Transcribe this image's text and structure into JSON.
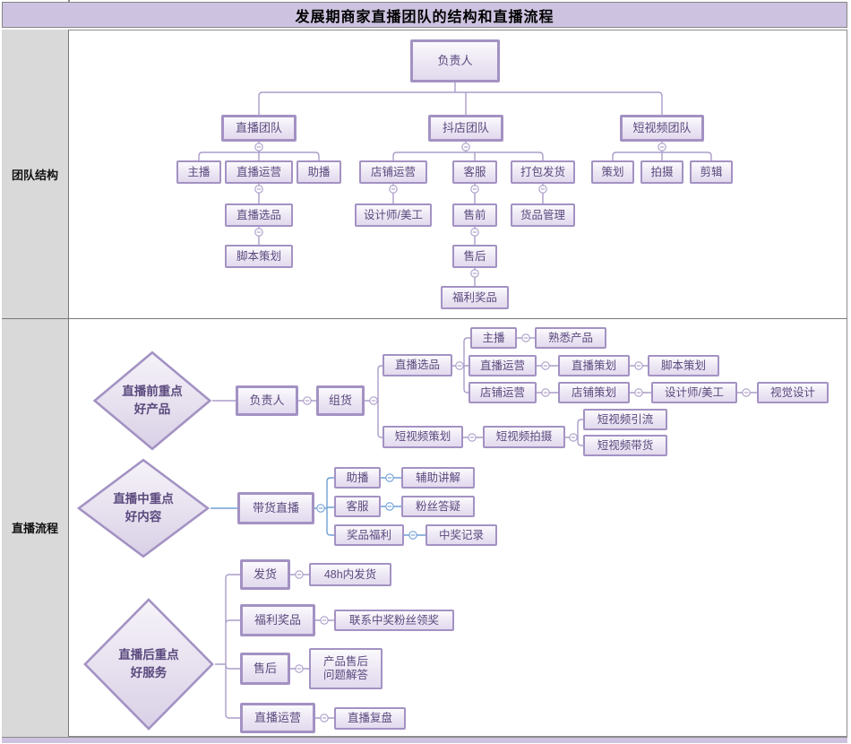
{
  "title": "发展期商家直播团队的结构和直播流程",
  "sidebar": {
    "team_structure": "团队结构",
    "live_process": "直播流程"
  },
  "colors": {
    "header_bg": "#cdc3e0",
    "sidebar_bg": "#d9d9d9",
    "node_border": "#a392c3",
    "node_text": "#5b4a7e",
    "wire_purple": "#ab9dc9",
    "wire_blue": "#6f9fd6"
  },
  "org": {
    "nodes": {
      "owner": "负责人",
      "live_team": "直播团队",
      "store_team": "抖店团队",
      "video_team": "短视频团队",
      "anchor": "主播",
      "live_ops": "直播运营",
      "co_anchor": "助播",
      "store_ops": "店铺运营",
      "cs": "客服",
      "packing": "打包发货",
      "planning": "策划",
      "shooting": "拍摄",
      "editing": "剪辑",
      "live_selection": "直播选品",
      "designer": "设计师/美工",
      "presale": "售前",
      "goods_mgmt": "货品管理",
      "script_planning": "脚本策划",
      "aftersale": "售后",
      "welfare_prize": "福利奖品"
    }
  },
  "flow_pre": {
    "diamond": "直播前重点\n好产品",
    "nodes": {
      "owner": "负责人",
      "grouping": "组货",
      "live_selection": "直播选品",
      "anchor": "主播",
      "familiar": "熟悉产品",
      "live_ops": "直播运营",
      "live_planning": "直播策划",
      "script": "脚本策划",
      "store_ops": "店铺运营",
      "store_planning": "店铺策划",
      "designer": "设计师/美工",
      "visual": "视觉设计",
      "sv_planning": "短视频策划",
      "sv_shooting": "短视频拍摄",
      "sv_traffic": "短视频引流",
      "sv_sales": "短视频带货"
    }
  },
  "flow_mid": {
    "diamond": "直播中重点\n好内容",
    "nodes": {
      "sales_live": "带货直播",
      "co_anchor": "助播",
      "assist": "辅助讲解",
      "cs": "客服",
      "fan_qa": "粉丝答疑",
      "prize": "奖品福利",
      "record": "中奖记录"
    }
  },
  "flow_post": {
    "diamond": "直播后重点\n好服务",
    "nodes": {
      "ship": "发货",
      "ship48": "48h内发货",
      "welfare": "福利奖品",
      "contact": "联系中奖粉丝领奖",
      "aftersale": "售后",
      "aftersale_qa": "产品售后\n问题解答",
      "live_ops": "直播运营",
      "review": "直播复盘"
    }
  }
}
